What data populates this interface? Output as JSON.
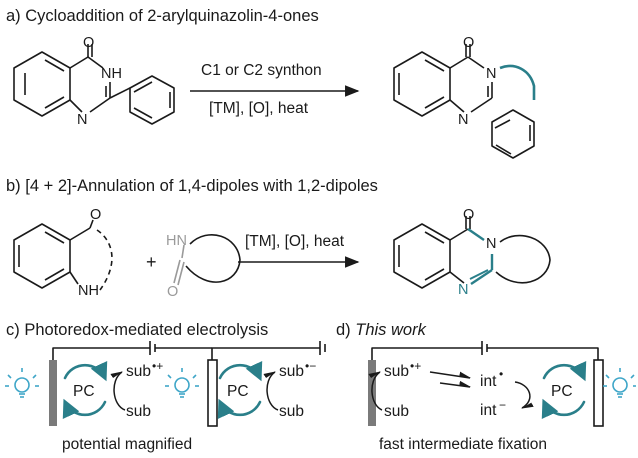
{
  "sections": {
    "a": {
      "caption": "a) Cycloaddition of 2-arylquinazolin-4-ones",
      "arrow_top": "C1 or C2 synthon",
      "arrow_bottom": "[TM], [O], heat",
      "atoms": {
        "O_start": "O",
        "NH": "NH",
        "N_start": "N",
        "O_product": "O",
        "N1_product": "N",
        "N2_product": "N"
      }
    },
    "b": {
      "caption": "b) [4 + 2]-Annulation of 1,4-dipoles with 1,2-dipoles",
      "arrow_label": "[TM], [O], heat",
      "plus": "+",
      "atoms": {
        "O_dipole": "O",
        "NH_dipole": "NH",
        "HN_partner": "HN",
        "O_partner": "O",
        "O_product": "O",
        "N1_product": "N",
        "N2_product": "N"
      }
    },
    "c": {
      "caption": "c) Photoredox-mediated electrolysis",
      "pc1": "PC",
      "sub_cation": "sub",
      "sub1": "sub",
      "pc2": "PC",
      "sub_anion": "sub",
      "sub2": "sub",
      "footer": "potential magnified"
    },
    "d": {
      "caption_prefix": "d) ",
      "caption_italic": "This work",
      "sub_cation": "sub",
      "sub": "sub",
      "int_radical": "int",
      "int_anion": "int",
      "pc": "PC",
      "footer": "fast intermediate fixation"
    }
  },
  "superscripts": {
    "radical_cation": "•+",
    "radical_anion": "•−",
    "radical": "•",
    "anion": "−"
  },
  "colors": {
    "teal": "#2a7f8a",
    "grey_atom": "#9a9a9a",
    "bond": "#1a1a1a",
    "bulb": "#3fa6c8",
    "electrode": "#7a7a7a"
  },
  "icons": [
    "lightbulb-icon",
    "electrode-icon",
    "cycle-arrow-icon"
  ]
}
